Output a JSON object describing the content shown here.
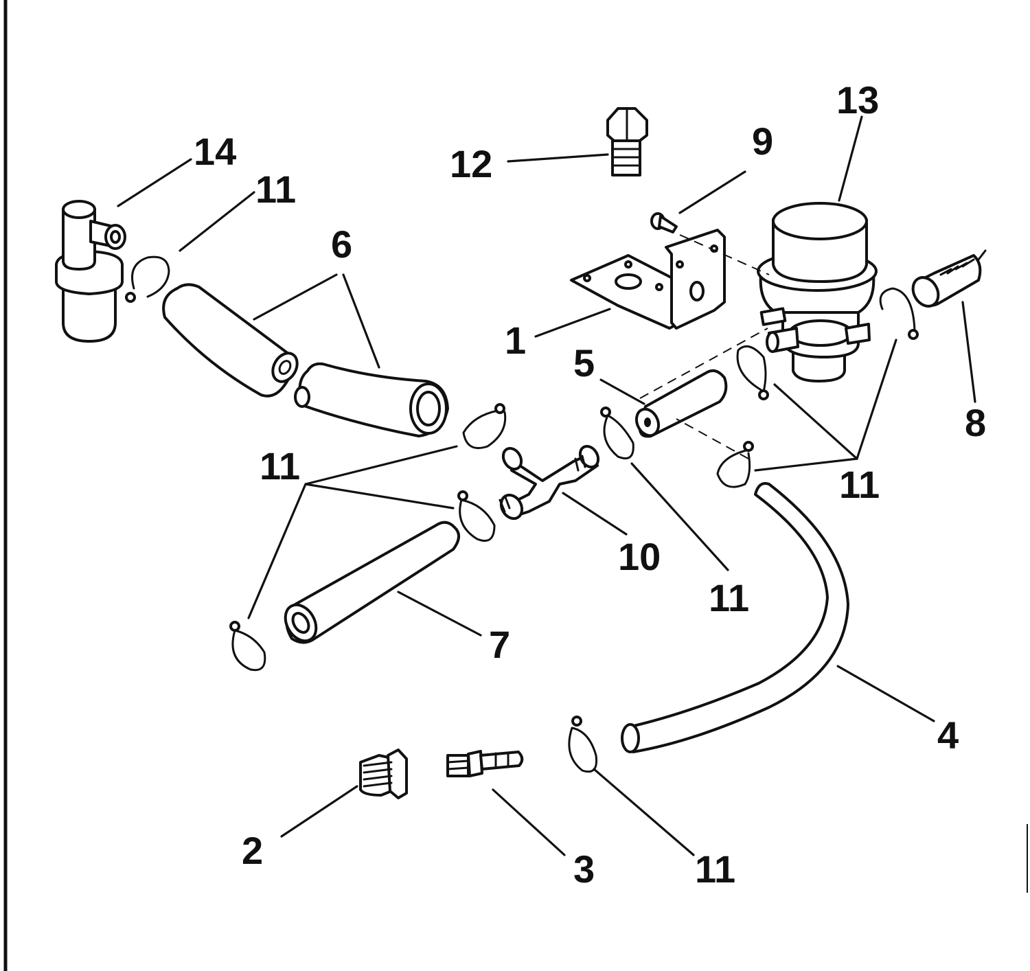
{
  "diagram": {
    "callouts": [
      {
        "id": "c1",
        "text": "1"
      },
      {
        "id": "c2",
        "text": "2"
      },
      {
        "id": "c3",
        "text": "3"
      },
      {
        "id": "c4",
        "text": "4"
      },
      {
        "id": "c5",
        "text": "5"
      },
      {
        "id": "c6",
        "text": "6"
      },
      {
        "id": "c7",
        "text": "7"
      },
      {
        "id": "c8",
        "text": "8"
      },
      {
        "id": "c9",
        "text": "9"
      },
      {
        "id": "c10",
        "text": "10"
      },
      {
        "id": "c11a",
        "text": "11"
      },
      {
        "id": "c11b",
        "text": "11"
      },
      {
        "id": "c11c",
        "text": "11"
      },
      {
        "id": "c11d",
        "text": "11"
      },
      {
        "id": "c11e",
        "text": "11"
      },
      {
        "id": "c12",
        "text": "12"
      },
      {
        "id": "c13",
        "text": "13"
      },
      {
        "id": "c14",
        "text": "14"
      }
    ],
    "colors": {
      "ink": "#111111",
      "paper": "#ffffff"
    }
  }
}
